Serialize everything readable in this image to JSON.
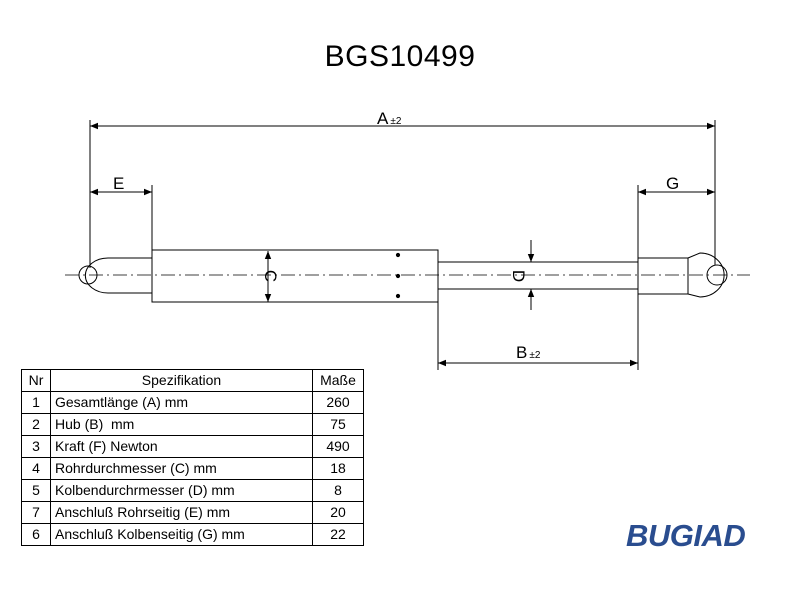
{
  "title": "BGS10499",
  "dimensions": {
    "A": "A",
    "A_tol": "±2",
    "B": "B",
    "B_tol": "±2",
    "C": "C",
    "D": "D",
    "E": "E",
    "G": "G"
  },
  "table": {
    "headers": {
      "nr": "Nr",
      "spec": "Spezifikation",
      "value": "Maße"
    },
    "rows": [
      {
        "nr": "1",
        "spec": "Gesamtlänge (A) mm",
        "value": "260"
      },
      {
        "nr": "2",
        "spec": "Hub (B)  mm",
        "value": "75"
      },
      {
        "nr": "3",
        "spec": "Kraft (F) Newton",
        "value": "490"
      },
      {
        "nr": "4",
        "spec": "Rohrdurchmesser (C) mm",
        "value": "18"
      },
      {
        "nr": "5",
        "spec": "Kolbendurchrmesser (D) mm",
        "value": "8"
      },
      {
        "nr": "7",
        "spec": "Anschluß Rohrseitig (E) mm",
        "value": "20"
      },
      {
        "nr": "6",
        "spec": "Anschluß Kolbenseitig (G) mm",
        "value": "22"
      }
    ]
  },
  "brand": {
    "name": "BUGIAD",
    "color": "#2a4d8f"
  }
}
